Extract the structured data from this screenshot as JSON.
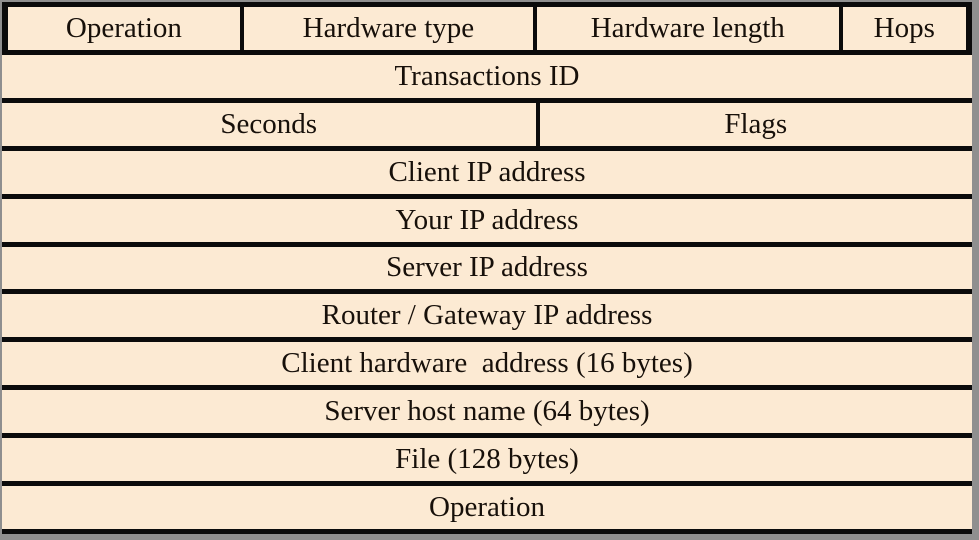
{
  "colors": {
    "cell_background": "#fcead3",
    "line": "#0b0b0b",
    "outer_background": "#8f8f8f",
    "text": "#17100a"
  },
  "table": {
    "description": "packet-format-table",
    "rows": [
      {
        "cells": [
          {
            "label": "Operation",
            "width_pct": 24.2
          },
          {
            "label": "Hardware type",
            "width_pct": 30.6
          },
          {
            "label": "Hardware length",
            "width_pct": 31.9
          },
          {
            "label": "Hops",
            "width_pct": 13.3
          }
        ]
      },
      {
        "cells": [
          {
            "label": "Transactions ID",
            "width_pct": 100
          }
        ]
      },
      {
        "cells": [
          {
            "label": "Seconds",
            "width_pct": 55
          },
          {
            "label": "Flags",
            "width_pct": 45
          }
        ]
      },
      {
        "cells": [
          {
            "label": "Client IP address",
            "width_pct": 100
          }
        ]
      },
      {
        "cells": [
          {
            "label": "Your IP address",
            "width_pct": 100
          }
        ]
      },
      {
        "cells": [
          {
            "label": "Server IP address",
            "width_pct": 100
          }
        ]
      },
      {
        "cells": [
          {
            "label": "Router / Gateway IP address",
            "width_pct": 100
          }
        ]
      },
      {
        "cells": [
          {
            "label": "Client hardware  address (16 bytes)",
            "width_pct": 100
          }
        ]
      },
      {
        "cells": [
          {
            "label": "Server host name (64 bytes)",
            "width_pct": 100
          }
        ]
      },
      {
        "cells": [
          {
            "label": "File (128 bytes)",
            "width_pct": 100
          }
        ]
      },
      {
        "cells": [
          {
            "label": "Operation",
            "width_pct": 100
          }
        ]
      }
    ]
  }
}
